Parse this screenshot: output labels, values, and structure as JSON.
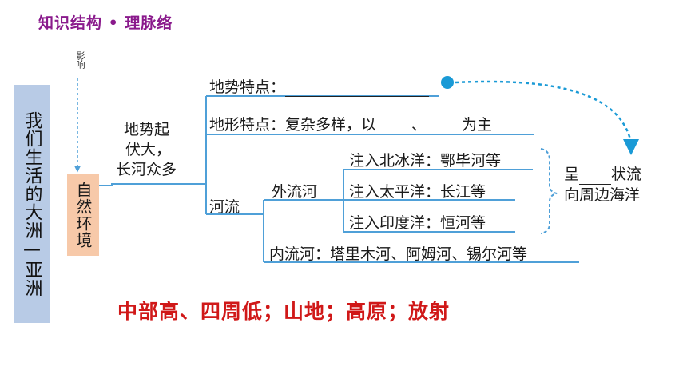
{
  "header": {
    "title": "知识结构 • 理脉络"
  },
  "root": {
    "label": "我们生活的大洲—亚洲"
  },
  "influence_label": "影响",
  "environment": {
    "label": "自然环境"
  },
  "terrain": {
    "summary_lines": [
      "地势起",
      "伏大，",
      "长河众多"
    ],
    "slope_label": "地势特点：",
    "landform_label": "地形特点：复杂多样，以",
    "landform_sep": "、",
    "landform_end": "为主"
  },
  "rivers": {
    "label": "河流",
    "exterior_label": "外流河",
    "branches": [
      "注入北冰洋：鄂毕河等",
      "注入太平洋：长江等",
      "注入印度洋：恒河等"
    ],
    "interior": "内流河：塔里木河、阿姆河、锡尔河等"
  },
  "flow": {
    "line1_prefix": "呈",
    "line1_suffix": "状流",
    "line2": "向周边海洋"
  },
  "answer": {
    "text": "中部高、四周低；山地；高原；放射"
  },
  "colors": {
    "header": "#8a1a8c",
    "line": "#4fa0d8",
    "arrow": "#1a9ad6",
    "answer": "#d01818",
    "root_box": "#b8cbe6",
    "env_box": "#f7c9a9"
  }
}
